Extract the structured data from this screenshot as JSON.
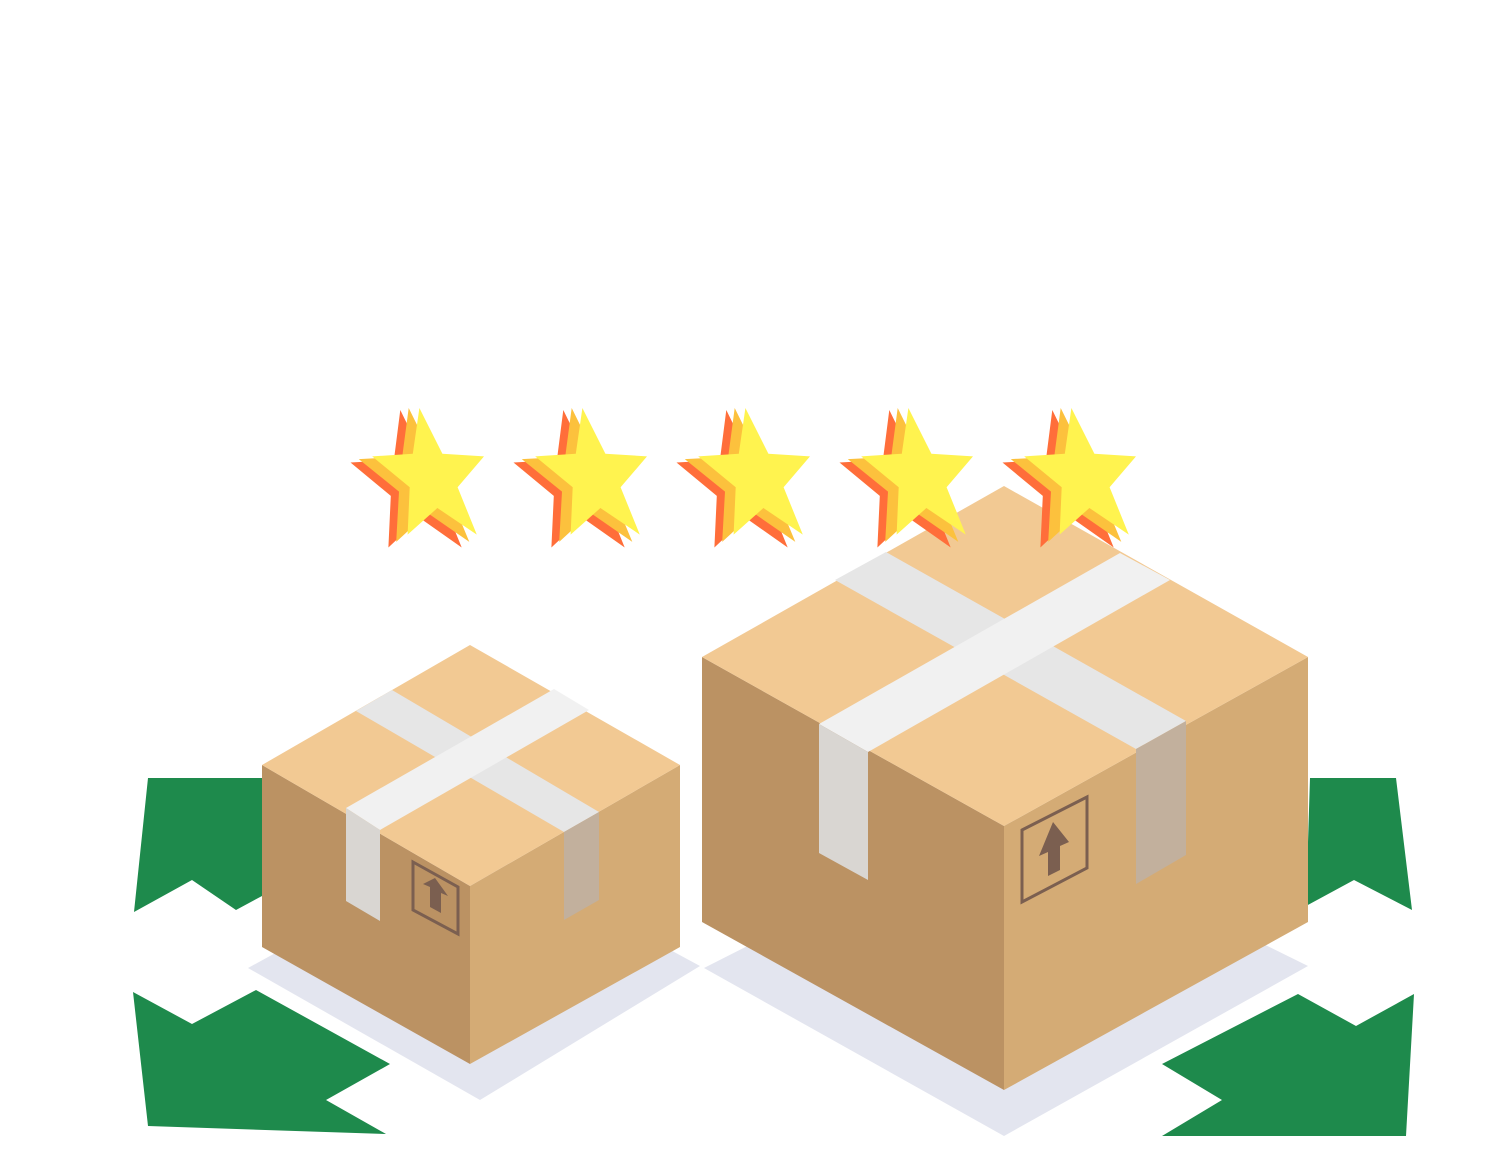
{
  "illustration": {
    "subject": "delivery-boxes-rating",
    "rating": {
      "value": 5,
      "max": 5
    },
    "icons": {
      "stars": [
        "star-icon",
        "star-icon",
        "star-icon",
        "star-icon",
        "star-icon"
      ],
      "arrows": [
        "arrow-top-left-icon",
        "arrow-bottom-left-icon",
        "arrow-top-right-icon",
        "arrow-bottom-right-icon"
      ],
      "boxes": [
        "small-cardboard-box",
        "large-cardboard-box"
      ],
      "package_symbols": [
        "this-side-up-icon",
        "this-side-up-icon"
      ]
    },
    "colors": {
      "background": "#ffffff",
      "arrow": "#1e8a4c",
      "shadow": "#e3e5ef",
      "box_top": "#f2c993",
      "box_left": "#bb9263",
      "box_right": "#d4ab75",
      "tape_top": "#e6e6e6",
      "tape_top_light": "#f1f1f1",
      "tape_left": "#d9d6d2",
      "tape_right": "#c2b09d",
      "symbol": "#7b5f50",
      "star_face": "#fff34f",
      "star_bevel": "#fcc13d",
      "star_side": "#ff6e3a"
    }
  }
}
